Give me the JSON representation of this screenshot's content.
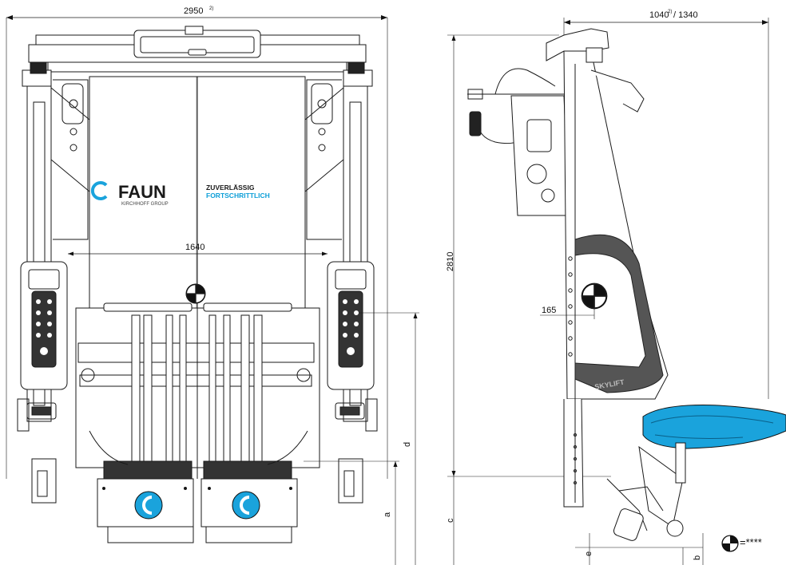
{
  "front_view": {
    "dim_width": "2950",
    "dim_width_sup": "2)",
    "dim_inner_width": "1640",
    "dim_a": "a",
    "dim_d": "d",
    "logo": {
      "brand": "FAUN",
      "group": "KIRCHHOFF GROUP",
      "slogan_line1": "ZUVERLÄSSIG",
      "slogan_line2": "FORTSCHRITTLICH"
    }
  },
  "side_view": {
    "dim_depth_a": "1040",
    "dim_depth_sup": "2)",
    "dim_depth_b": "/ 1340",
    "dim_height": "2810",
    "dim_offset": "165",
    "dim_c": "c",
    "dim_e": "e",
    "dim_b": "b",
    "brand_text": "SKYLIFT"
  },
  "legend": {
    "cog_text": "=****"
  },
  "colors": {
    "line": "#1a1a1a",
    "accent_blue": "#1aa3dc",
    "dark_arch": "#555555"
  }
}
